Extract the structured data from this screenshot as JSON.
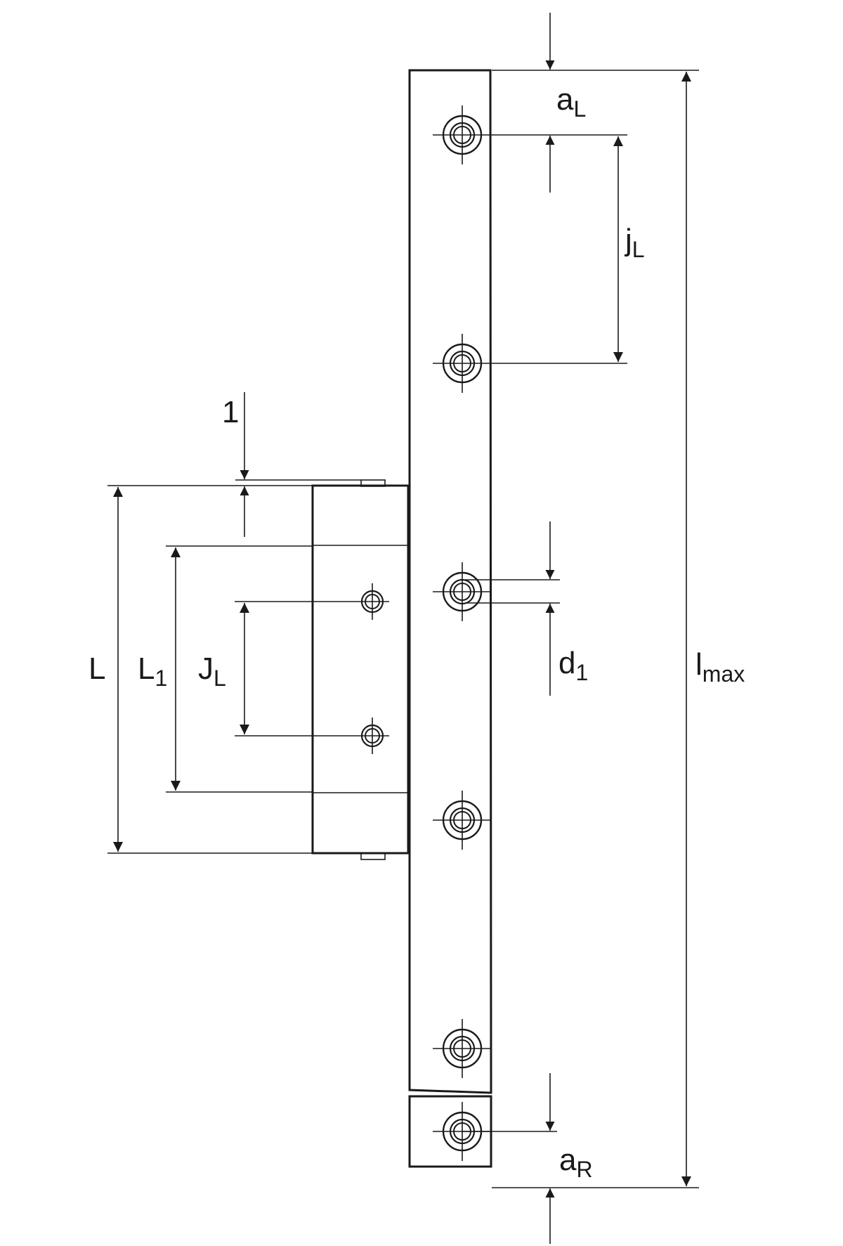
{
  "drawing": {
    "labels": {
      "aL": {
        "base": "a",
        "sub": "L"
      },
      "jL": {
        "base": "j",
        "sub": "L"
      },
      "one": "1",
      "L": "L",
      "L1": {
        "base": "L",
        "sub": "1"
      },
      "JL": {
        "base": "J",
        "sub": "L"
      },
      "d1": {
        "base": "d",
        "sub": "1"
      },
      "lmax": {
        "base": "l",
        "sub": "max"
      },
      "aR": {
        "base": "a",
        "sub": "R"
      }
    }
  }
}
